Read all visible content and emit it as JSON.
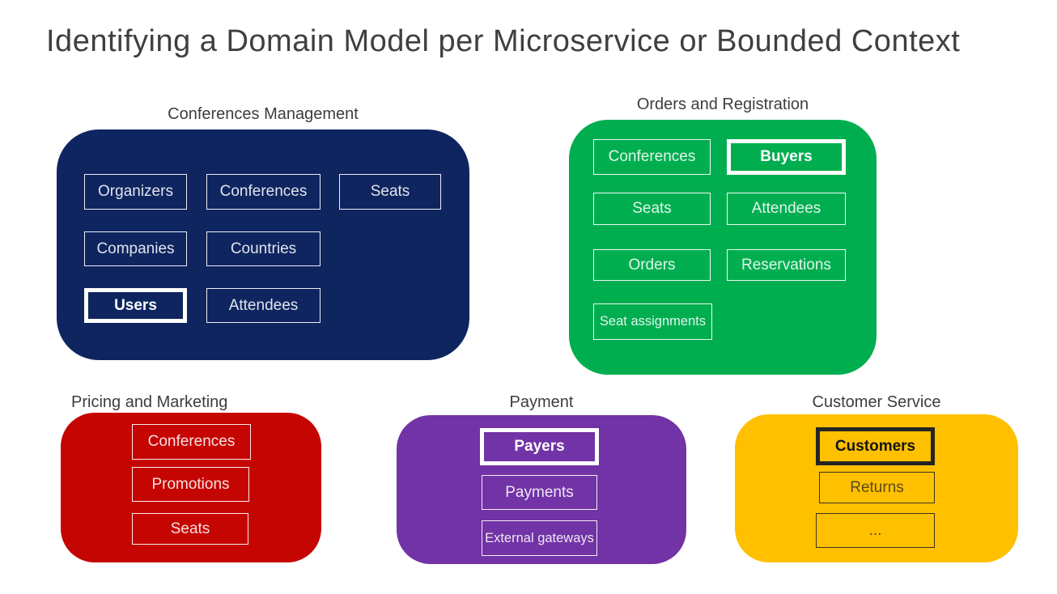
{
  "title": "Identifying a Domain Model per Microservice or Bounded Context",
  "groups": [
    {
      "label": "Conferences Management",
      "color": "#0E2560",
      "items": [
        {
          "label": "Organizers"
        },
        {
          "label": "Conferences"
        },
        {
          "label": "Seats"
        },
        {
          "label": "Companies"
        },
        {
          "label": "Countries"
        },
        {
          "label": "Users",
          "highlight": true
        },
        {
          "label": "Attendees"
        }
      ]
    },
    {
      "label": "Orders and Registration",
      "color": "#00AE50",
      "items": [
        {
          "label": "Conferences"
        },
        {
          "label": "Buyers",
          "highlight": true
        },
        {
          "label": "Seats"
        },
        {
          "label": "Attendees"
        },
        {
          "label": "Orders"
        },
        {
          "label": "Reservations"
        },
        {
          "label": "Seat assignments"
        }
      ]
    },
    {
      "label": "Pricing and Marketing",
      "color": "#C50502",
      "items": [
        {
          "label": "Conferences"
        },
        {
          "label": "Promotions"
        },
        {
          "label": "Seats"
        }
      ]
    },
    {
      "label": "Payment",
      "color": "#7133A5",
      "items": [
        {
          "label": "Payers",
          "highlight": true
        },
        {
          "label": "Payments"
        },
        {
          "label": "External gateways"
        }
      ]
    },
    {
      "label": "Customer Service",
      "color": "#FFC000",
      "items": [
        {
          "label": "Customers",
          "highlight": true
        },
        {
          "label": "Returns"
        },
        {
          "label": "..."
        }
      ]
    }
  ]
}
